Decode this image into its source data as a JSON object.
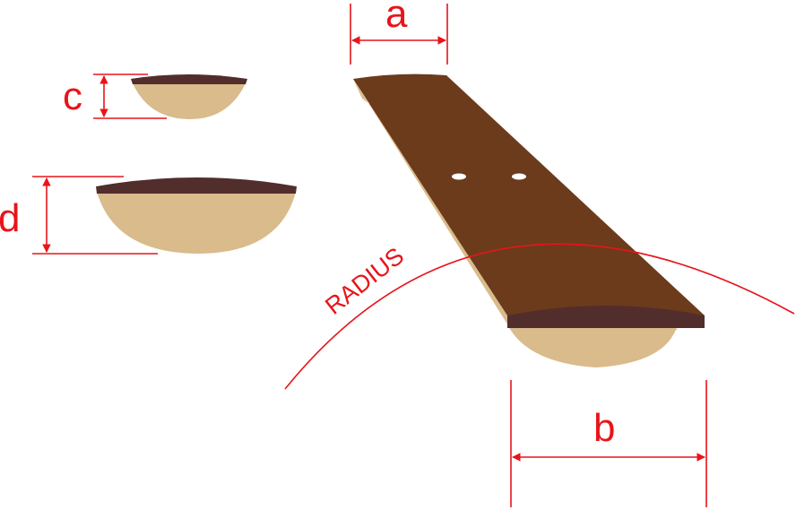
{
  "labels": {
    "a": "a",
    "b": "b",
    "c": "c",
    "d": "d",
    "radius": "RADIUS"
  },
  "colors": {
    "dimension_red": "#e8141b",
    "fingerboard_top": "#6b3b1c",
    "fingerboard_edge": "#512e2b",
    "neck_wood": "#d9bb8c",
    "background": "#ffffff"
  }
}
